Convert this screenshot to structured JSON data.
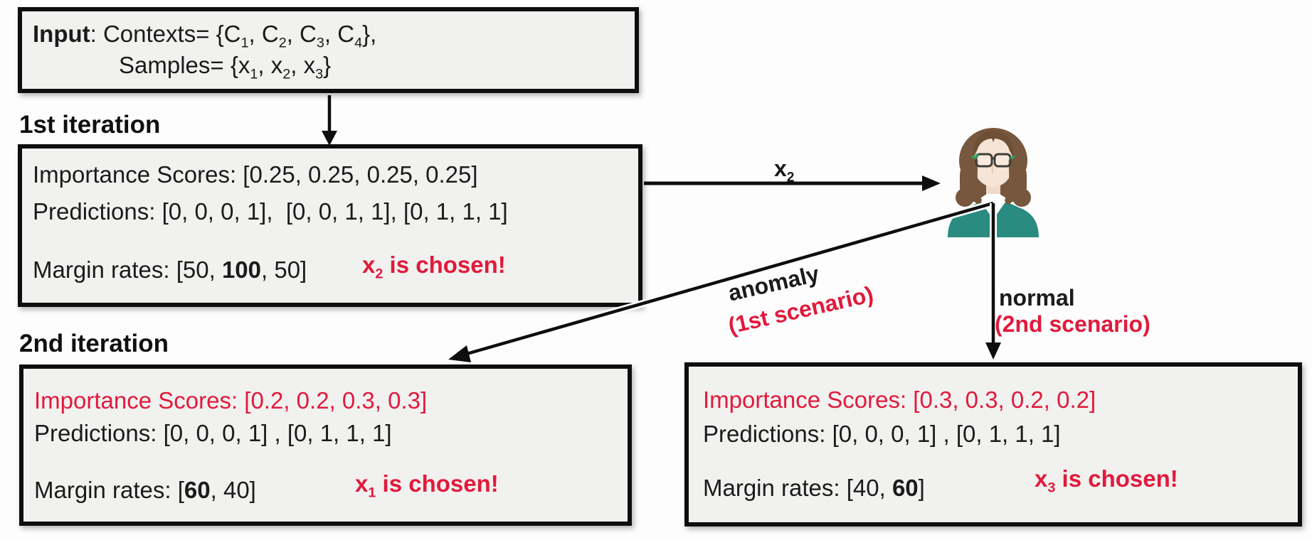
{
  "colors": {
    "red": "#e11a3c",
    "ink": "#1b1b1b",
    "box-bg": "#f1f1ef",
    "box-border": "#0e0e0e",
    "teal": "#2a8b80"
  },
  "input_box": {
    "line1": [
      {
        "t": "Input",
        "b": true
      },
      {
        "t": ": Contexts= {C"
      },
      {
        "t": "1",
        "sub": true
      },
      {
        "t": ", C"
      },
      {
        "t": "2",
        "sub": true
      },
      {
        "t": ", C"
      },
      {
        "t": "3",
        "sub": true
      },
      {
        "t": ", C"
      },
      {
        "t": "4",
        "sub": true
      },
      {
        "t": "},"
      }
    ],
    "line2": [
      {
        "t": "Samples= {x"
      },
      {
        "t": "1",
        "sub": true
      },
      {
        "t": ", x"
      },
      {
        "t": "2",
        "sub": true
      },
      {
        "t": ", x"
      },
      {
        "t": "3",
        "sub": true
      },
      {
        "t": "}"
      }
    ]
  },
  "iteration1": {
    "heading": "1st iteration",
    "importance_scores": [
      {
        "t": "Importance Scores: [0.25, 0.25, 0.25, 0.25]"
      }
    ],
    "predictions": [
      {
        "t": "Predictions: [0, 0, 0, 1],  [0, 0, 1, 1], [0, 1, 1, 1]"
      }
    ],
    "margin_rates": [
      {
        "t": "Margin rates: [50, "
      },
      {
        "t": "100",
        "b": true
      },
      {
        "t": ", 50]"
      }
    ],
    "chosen": [
      {
        "t": "x"
      },
      {
        "t": "2",
        "sub": true
      },
      {
        "t": " is chosen!"
      }
    ]
  },
  "expert_arrow_label": [
    {
      "t": "x"
    },
    {
      "t": "2",
      "sub": true
    }
  ],
  "branches": {
    "anomaly_label": "anomaly",
    "anomaly_scenario": "(1st scenario)",
    "normal_label": "normal",
    "normal_scenario": "(2nd scenario)"
  },
  "iteration2": {
    "heading": "2nd iteration",
    "anomaly_box": {
      "importance_scores": [
        {
          "t": "Importance Scores: [0.2, 0.2, 0.3, 0.3]"
        }
      ],
      "predictions": [
        {
          "t": "Predictions: [0, 0, 0, 1] , [0, 1, 1, 1]"
        }
      ],
      "margin_rates": [
        {
          "t": "Margin rates: ["
        },
        {
          "t": "60",
          "b": true
        },
        {
          "t": ", 40]"
        }
      ],
      "chosen": [
        {
          "t": "x"
        },
        {
          "t": "1",
          "sub": true
        },
        {
          "t": " is chosen!"
        }
      ]
    },
    "normal_box": {
      "importance_scores": [
        {
          "t": "Importance Scores: [0.3, 0.3, 0.2, 0.2]"
        }
      ],
      "predictions": [
        {
          "t": "Predictions: [0, 0, 0, 1] , [0, 1, 1, 1]"
        }
      ],
      "margin_rates": [
        {
          "t": "Margin rates: [40, "
        },
        {
          "t": "60",
          "b": true
        },
        {
          "t": "]"
        }
      ],
      "chosen": [
        {
          "t": "x"
        },
        {
          "t": "3",
          "sub": true
        },
        {
          "t": " is chosen!"
        }
      ]
    }
  },
  "icons": {
    "expert": "woman-analyst-icon"
  }
}
